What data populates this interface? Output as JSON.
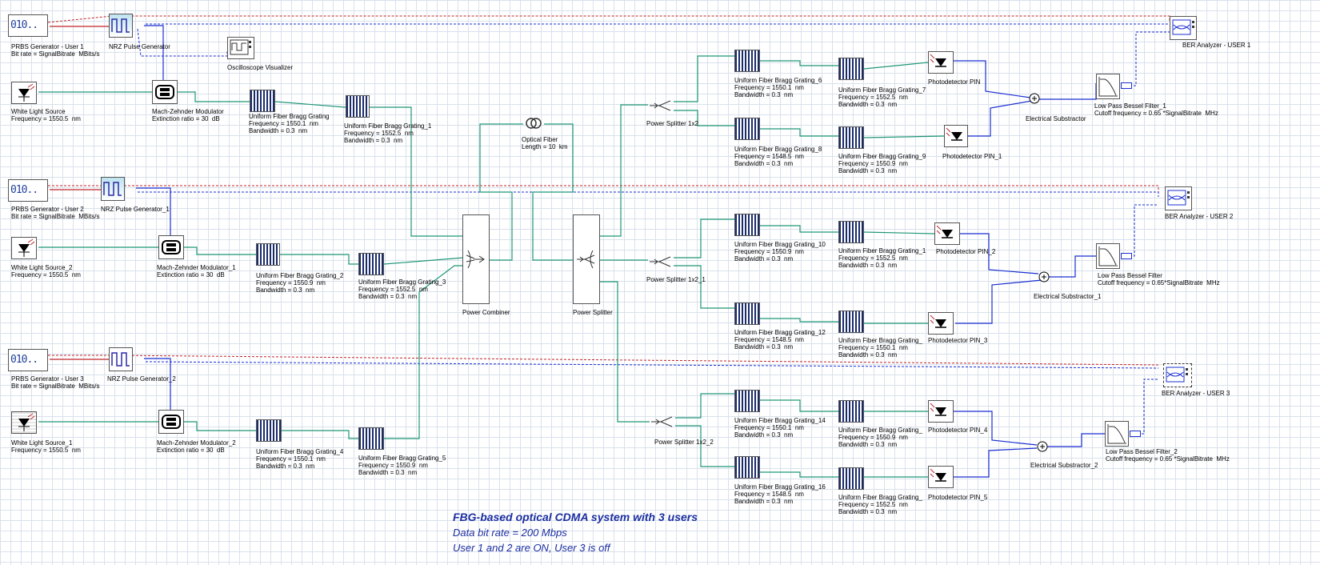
{
  "diagram": {
    "title": "FBG-based optical CDMA system with 3 users",
    "subtitle_1": "Data bit rate = 200 Mbps",
    "subtitle_2": "User 1 and 2 are ON, User 3 is off"
  },
  "colors": {
    "optical": "#1f9676",
    "electrical": "#1a2fd0",
    "binary": "#c0262a",
    "grid": "#d9e1ec"
  },
  "components": {
    "prbs1": {
      "name": "PRBS Generator - User 1",
      "param": "Bit rate = SignalBitrate  MBits/s",
      "glyph": "010.."
    },
    "nrz1": {
      "name": "NRZ Pulse Generator"
    },
    "osc": {
      "name": "Oscilloscope Visualizer"
    },
    "wls1": {
      "name": "White Light Source",
      "param": "Frequency = 1550.5  nm"
    },
    "mzm1": {
      "name": "Mach-Zehnder Modulator",
      "param": "Extinction ratio = 30  dB"
    },
    "fbg_a": {
      "name": "Uniform Fiber Bragg Grating",
      "param1": "Frequency = 1550.1  nm",
      "param2": "Bandwidth = 0.3  nm"
    },
    "fbg_b": {
      "name": "Uniform Fiber Bragg Grating_1",
      "param1": "Frequency = 1552.5  nm",
      "param2": "Bandwidth = 0.3  nm"
    },
    "prbs2": {
      "name": "PRBS Generator - User 2",
      "param": "Bit rate = SignalBitrate  MBits/s",
      "glyph": "010.."
    },
    "nrz2": {
      "name": "NRZ Pulse Generator_1"
    },
    "wls2": {
      "name": "White Light Source_2",
      "param": "Frequency = 1550.5  nm"
    },
    "mzm2": {
      "name": "Mach-Zehnder Modulator_1",
      "param": "Extinction ratio = 30  dB"
    },
    "fbg_c": {
      "name": "Uniform Fiber Bragg Grating_2",
      "param1": "Frequency = 1550.9  nm",
      "param2": "Bandwidth = 0.3  nm"
    },
    "fbg_d": {
      "name": "Uniform Fiber Bragg Grating_3",
      "param1": "Frequency = 1552.5  nm",
      "param2": "Bandwidth = 0.3  nm"
    },
    "prbs3": {
      "name": "PRBS Generator - User 3",
      "param": "Bit rate = SignalBitrate  MBits/s",
      "glyph": "010.."
    },
    "nrz3": {
      "name": "NRZ Pulse Generator_2"
    },
    "wls3": {
      "name": "White Light Source_1",
      "param": "Frequency = 1550.5  nm"
    },
    "mzm3": {
      "name": "Mach-Zehnder Modulator_2",
      "param": "Extinction ratio = 30  dB"
    },
    "fbg_e": {
      "name": "Uniform Fiber Bragg Grating_4",
      "param1": "Frequency = 1550.1  nm",
      "param2": "Bandwidth = 0.3  nm"
    },
    "fbg_f": {
      "name": "Uniform Fiber Bragg Grating_5",
      "param1": "Frequency = 1550.9  nm",
      "param2": "Bandwidth = 0.3  nm"
    },
    "combiner": {
      "name": "Power Combiner"
    },
    "fiber": {
      "name": "Optical Fiber",
      "param": "Length = 10  km"
    },
    "splitter": {
      "name": "Power Splitter"
    },
    "sp1": {
      "name": "Power Splitter 1x2"
    },
    "sp2": {
      "name": "Power Splitter 1x2_1"
    },
    "sp3": {
      "name": "Power Splitter 1x2_2"
    },
    "g6": {
      "name": "Uniform Fiber Bragg Grating_6",
      "param1": "Frequency = 1550.1  nm",
      "param2": "Bandwidth = 0.3  nm"
    },
    "g7": {
      "name": "Uniform Fiber Bragg Grating_7",
      "param1": "Frequency = 1552.5  nm",
      "param2": "Bandwidth = 0.3  nm"
    },
    "g8": {
      "name": "Uniform Fiber Bragg Grating_8",
      "param1": "Frequency = 1548.5  nm",
      "param2": "Bandwidth = 0.3  nm"
    },
    "g9": {
      "name": "Uniform Fiber Bragg Grating_9",
      "param1": "Frequency = 1550.9  nm",
      "param2": "Bandwidth = 0.3  nm"
    },
    "g10": {
      "name": "Uniform Fiber Bragg Grating_10",
      "param1": "Frequency = 1550.9  nm",
      "param2": "Bandwidth = 0.3  nm"
    },
    "g11": {
      "name": "Uniform Fiber Bragg Grating_1",
      "param1": "Frequency = 1552.5  nm",
      "param2": "Bandwidth = 0.3  nm"
    },
    "g12": {
      "name": "Uniform Fiber Bragg Grating_12",
      "param1": "Frequency = 1548.5  nm",
      "param2": "Bandwidth = 0.3  nm"
    },
    "g13": {
      "name": "Uniform Fiber Bragg Grating_",
      "param1": "Frequency = 1550.1  nm",
      "param2": "Bandwidth = 0.3  nm"
    },
    "g14": {
      "name": "Uniform Fiber Bragg Grating_14",
      "param1": "Frequency = 1550.1  nm",
      "param2": "Bandwidth = 0.3  nm"
    },
    "g15": {
      "name": "Uniform Fiber Bragg Grating_",
      "param1": "Frequency = 1550.9  nm",
      "param2": "Bandwidth = 0.3  nm"
    },
    "g16": {
      "name": "Uniform Fiber Bragg Grating_16",
      "param1": "Frequency = 1548.5  nm",
      "param2": "Bandwidth = 0.3  nm"
    },
    "g17": {
      "name": "Uniform Fiber Bragg Grating_",
      "param1": "Frequency = 1552.5  nm",
      "param2": "Bandwidth = 0.3  nm"
    },
    "pd": {
      "name": "Photodetector PIN"
    },
    "pd1": {
      "name": "Photodetector PIN_1"
    },
    "pd2": {
      "name": "Photodetector PIN_2"
    },
    "pd3": {
      "name": "Photodetector PIN_3"
    },
    "pd4": {
      "name": "Photodetector PIN_4"
    },
    "pd5": {
      "name": "Photodetector PIN_5"
    },
    "es1": {
      "name": "Electrical Substractor"
    },
    "es2": {
      "name": "Electrical Substractor_1"
    },
    "es3": {
      "name": "Electrical Substractor_2"
    },
    "lp1": {
      "name": "Low Pass Bessel Filter_1",
      "param": "Cutoff frequency = 0.65 *SignalBitrate  MHz"
    },
    "lp2": {
      "name": "Low Pass Bessel Filter",
      "param": "Cutoff frequency = 0.65*SignalBitrate  MHz"
    },
    "lp3": {
      "name": "Low Pass Bessel Filter_2",
      "param": "Cutoff frequency = 0.65 *SignalBitrate  MHz"
    },
    "ber1": {
      "name": "BER Analyzer - USER 1",
      "glyph": "BER"
    },
    "ber2": {
      "name": "BER Analyzer - USER 2",
      "glyph": "BER"
    },
    "ber3": {
      "name": "BER Analyzer - USER 3",
      "glyph": "BER"
    }
  }
}
